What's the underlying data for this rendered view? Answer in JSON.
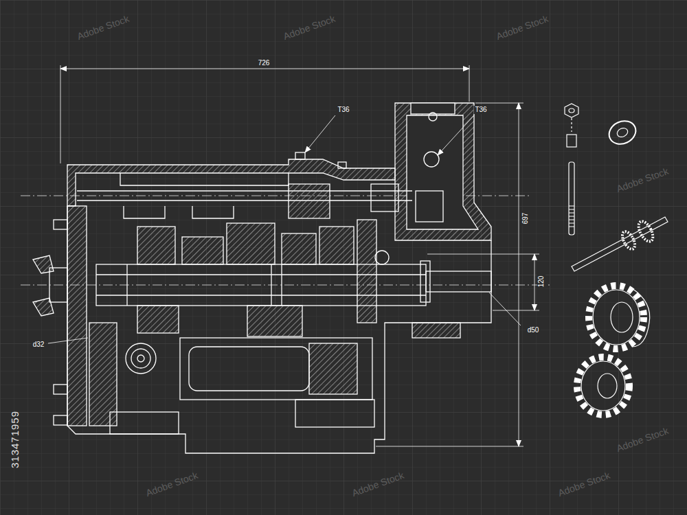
{
  "diagram": {
    "labels": [
      "726",
      "T36",
      "T36",
      "697",
      "120",
      "d50",
      "d32",
      "313471959",
      "Adobe Stock",
      "Adobe Stock",
      "Adobe Stock",
      "Adobe Stock",
      "Adobe Stock",
      "Adobe Stock",
      "Adobe Stock",
      "Adobe Stock"
    ]
  }
}
